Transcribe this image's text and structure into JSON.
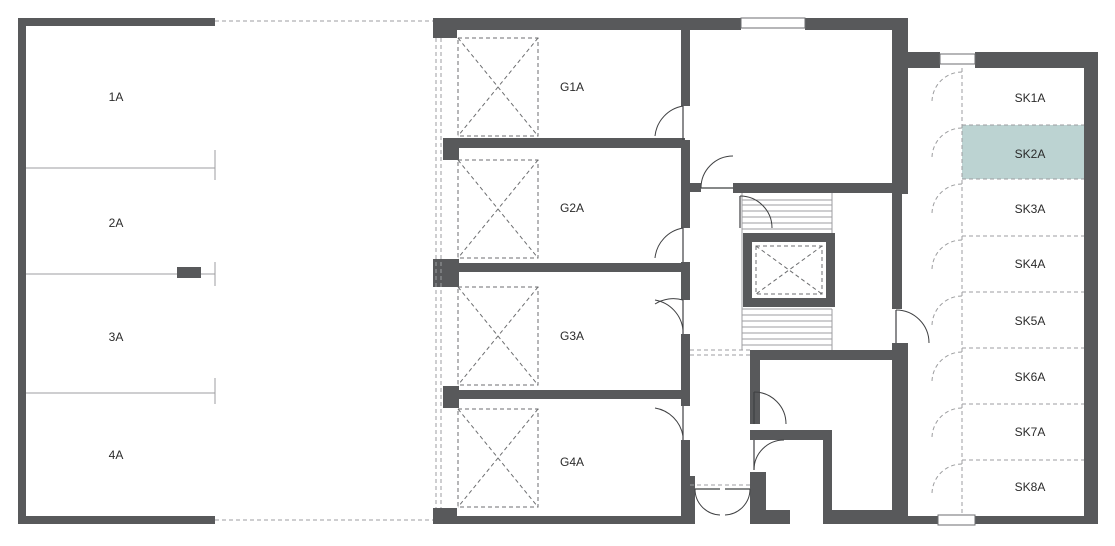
{
  "plan": {
    "highlight_color": "#bcd3d2",
    "wall_color": "#58595b",
    "parking_spaces": [
      {
        "id": "p1",
        "label": "1A"
      },
      {
        "id": "p2",
        "label": "2A"
      },
      {
        "id": "p3",
        "label": "3A"
      },
      {
        "id": "p4",
        "label": "4A"
      }
    ],
    "garages": [
      {
        "id": "g1",
        "label": "G1A"
      },
      {
        "id": "g2",
        "label": "G2A"
      },
      {
        "id": "g3",
        "label": "G3A"
      },
      {
        "id": "g4",
        "label": "G4A"
      }
    ],
    "storage_units": [
      {
        "id": "sk1",
        "label": "SK1A",
        "highlighted": false
      },
      {
        "id": "sk2",
        "label": "SK2A",
        "highlighted": true
      },
      {
        "id": "sk3",
        "label": "SK3A",
        "highlighted": false
      },
      {
        "id": "sk4",
        "label": "SK4A",
        "highlighted": false
      },
      {
        "id": "sk5",
        "label": "SK5A",
        "highlighted": false
      },
      {
        "id": "sk6",
        "label": "SK6A",
        "highlighted": false
      },
      {
        "id": "sk7",
        "label": "SK7A",
        "highlighted": false
      },
      {
        "id": "sk8",
        "label": "SK8A",
        "highlighted": false
      }
    ]
  }
}
